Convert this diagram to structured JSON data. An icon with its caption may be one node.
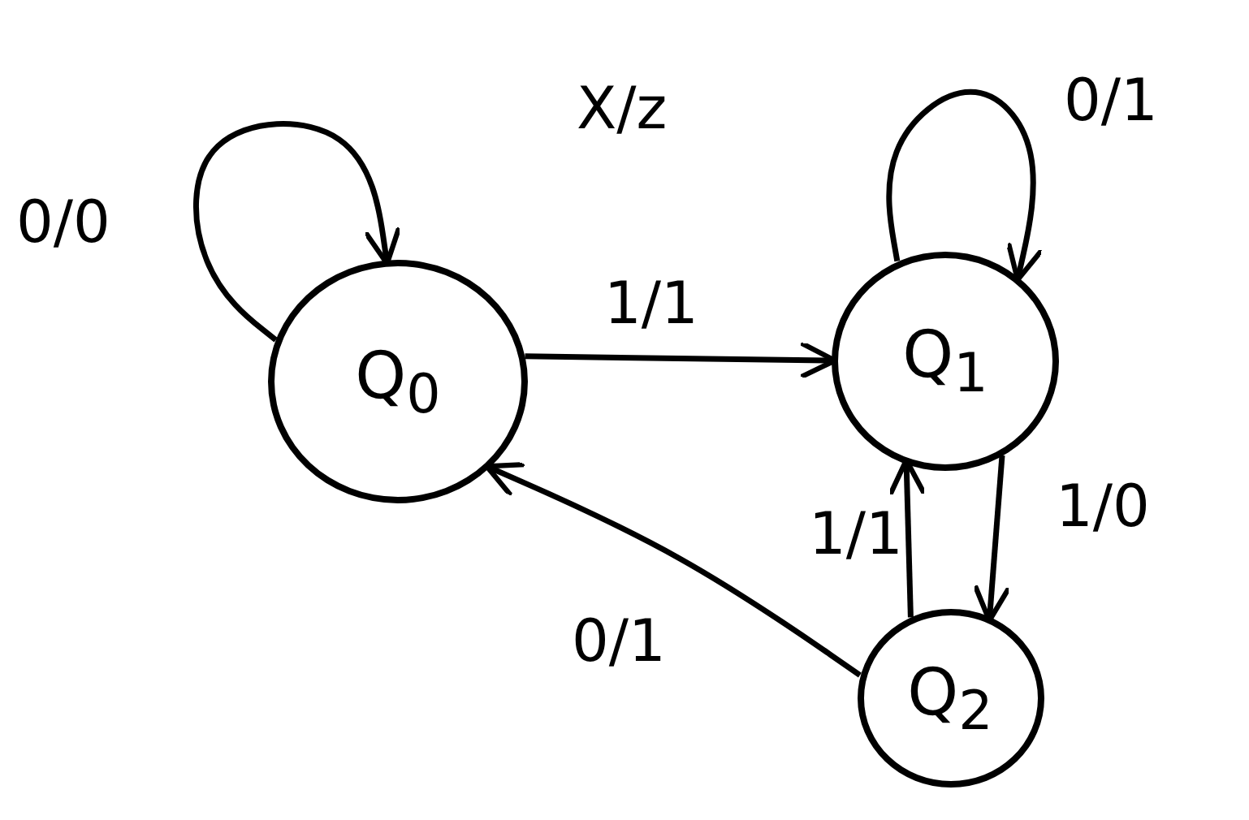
{
  "diagram": {
    "nodes": [
      {
        "text": [
          "Q$_{0}$"
        ]
      },
      {
        "text": [
          "Q$_{1}$"
        ]
      },
      {
        "text": [
          "Q$_{2}$"
        ]
      }
    ],
    "edges": [
      {
        "from": 0,
        "to": 0,
        "label": "0/0",
        "arrow": "to"
      },
      {
        "from": 0,
        "to": 1,
        "label": "1/1",
        "arrow": "to"
      },
      {
        "from": 1,
        "to": 1,
        "label": "0/1",
        "arrow": "to"
      },
      {
        "from": 1,
        "to": 2,
        "label": "1/0",
        "arrow": "to"
      },
      {
        "from": 2,
        "to": 1,
        "label": "1/1",
        "arrow": "to"
      },
      {
        "from": 2,
        "to": 0,
        "label": "0/1",
        "arrow": "to"
      }
    ],
    "labels": [
      "X/z"
    ]
  }
}
